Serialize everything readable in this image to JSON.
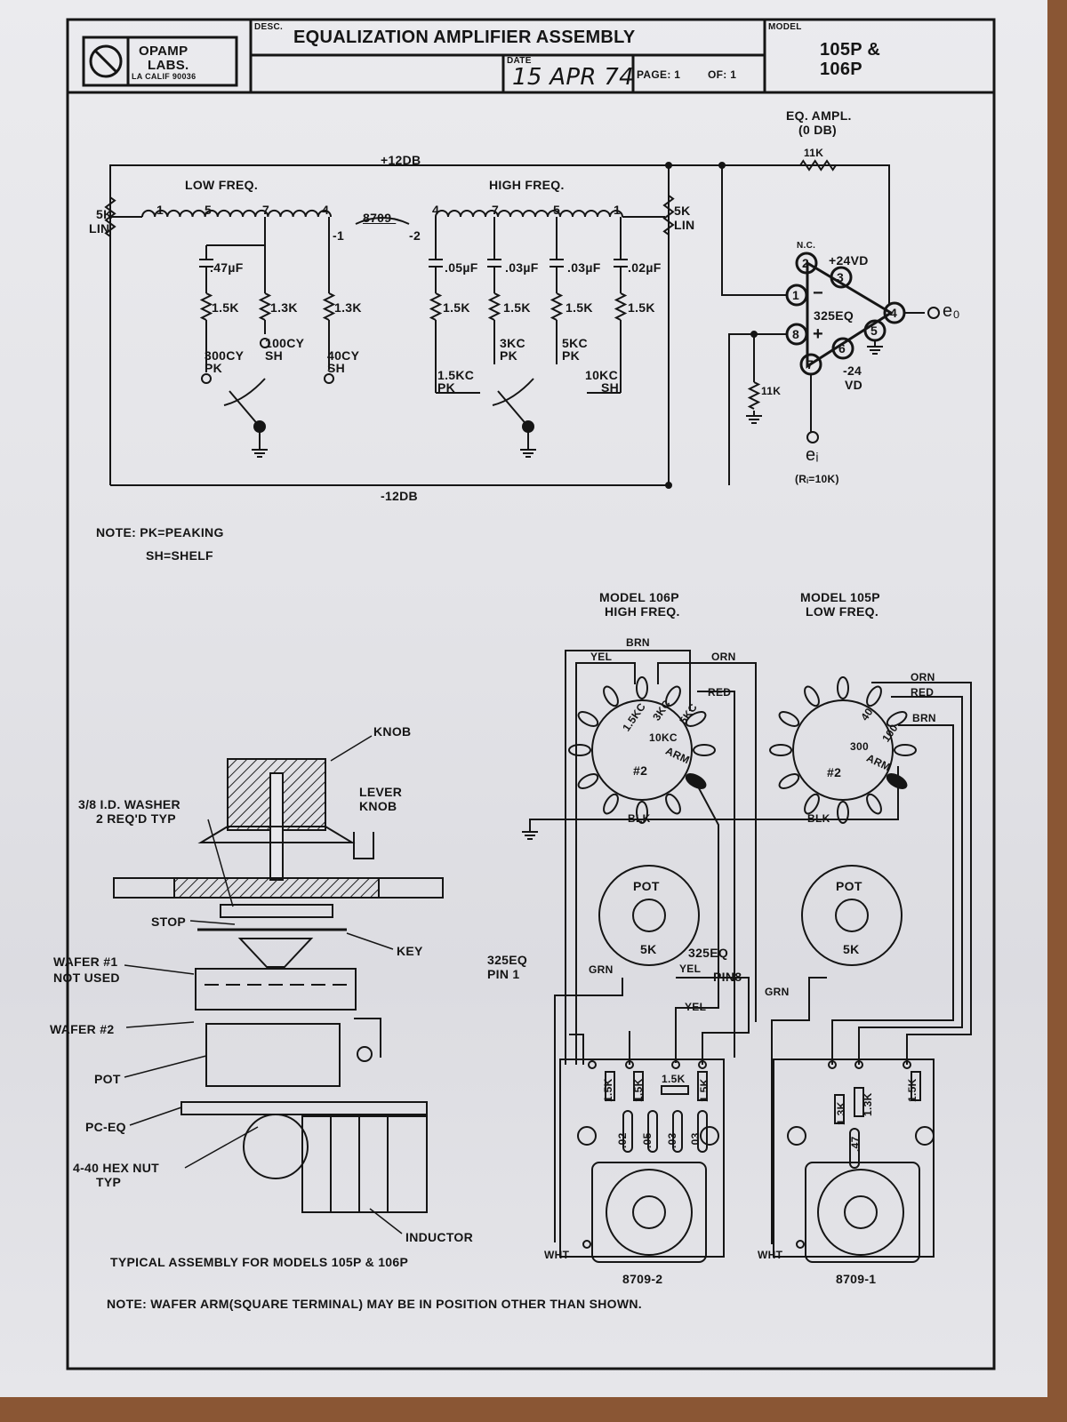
{
  "title_block": {
    "company_line1": "OPAMP",
    "company_line2": "LABS.",
    "company_address": "LA CALIF 90036",
    "desc_label": "DESC.",
    "description": "EQUALIZATION AMPLIFIER ASSEMBLY",
    "date_label": "DATE",
    "date": "15 APR 74",
    "page_label": "PAGE: 1",
    "of_label": "OF: 1",
    "model_label": "MODEL",
    "model_line1": "105P &",
    "model_line2": "106P"
  },
  "schematic": {
    "plus_rail": "+12DB",
    "minus_rail": "-12DB",
    "low_freq": "LOW FREQ.",
    "high_freq": "HIGH FREQ.",
    "pot_left": "5K",
    "pot_left_type": "LIN",
    "pot_right": "5K",
    "pot_right_type": "LIN",
    "lf_taps": [
      "1",
      "5",
      "7",
      "4"
    ],
    "hf_taps": [
      "4",
      "7",
      "5",
      "1"
    ],
    "inductor_part": "8709-",
    "inductor_1": "-1",
    "inductor_2": "-2",
    "caps": [
      ".47µF",
      ".05µF",
      ".03µF",
      ".03µF",
      ".02µF"
    ],
    "lf_resistors": [
      "1.5K",
      "1.3K",
      "1.3K"
    ],
    "hf_resistors": [
      "1.5K",
      "1.5K",
      "1.5K",
      "1.5K"
    ],
    "lf_positions": [
      [
        "300CY",
        "PK"
      ],
      [
        "100CY",
        "SH"
      ],
      [
        "40CY",
        "SH"
      ]
    ],
    "hf_positions": [
      [
        "1.5KC",
        "PK"
      ],
      [
        "3KC",
        "PK"
      ],
      [
        "5KC",
        "PK"
      ],
      [
        "10KC",
        "SH"
      ]
    ],
    "amp_title": "EQ. AMPL.",
    "amp_gain": "(0 DB)",
    "feedback_resistor": "11K",
    "input_resistor": "11K",
    "nc": "N.C.",
    "pos_supply": "+24VD",
    "neg_supply_1": "-24",
    "neg_supply_2": "VD",
    "opamp": "325EQ",
    "minus": "−",
    "plus": "+",
    "pins": [
      "2",
      "3",
      "1",
      "8",
      "7",
      "6",
      "5",
      "4"
    ],
    "output": "e₀",
    "input": "eᵢ",
    "input_note": "(Rᵢ=10K)",
    "note_1": "NOTE: PK=PEAKING",
    "note_2": "SH=SHELF"
  },
  "wiring": {
    "hf_title_1": "MODEL 106P",
    "hf_title_2": "HIGH FREQ.",
    "lf_title_1": "MODEL 105P",
    "lf_title_2": "LOW FREQ.",
    "hf_wires": [
      "BRN",
      "YEL",
      "ORN",
      "RED",
      "BLK"
    ],
    "lf_wires": [
      "ORN",
      "RED",
      "BRN",
      "BLK"
    ],
    "hf_switch_labels": [
      "1.5KC",
      "3KC",
      "5KC",
      "10KC",
      "ARM",
      "#2"
    ],
    "lf_switch_labels": [
      "40",
      "100",
      "300",
      "ARM",
      "#2"
    ],
    "pot_label": "POT",
    "pot_value": "5K",
    "pin1_1": "325EQ",
    "pin1_2": "PIN 1",
    "grn": "GRN",
    "pin8_1": "325EQ",
    "pin8_yel": "YEL",
    "pin8_2": "PIN8",
    "grn_2": "GRN",
    "yel_2": "YEL",
    "hf_board_resistors": [
      "1.5K",
      "1.5K",
      "1.5K",
      "1.5K"
    ],
    "hf_board_caps": [
      ".02",
      ".05",
      ".03",
      ".03"
    ],
    "lf_board_resistors": [
      "1.3K",
      "1.3K",
      "1.5K"
    ],
    "lf_board_cap": ".47",
    "wht": "WHT",
    "hf_inductor": "8709-2",
    "lf_inductor": "8709-1"
  },
  "assembly": {
    "knob": "KNOB",
    "lever_1": "LEVER",
    "lever_2": "KNOB",
    "washer_1": "3/8 I.D. WASHER",
    "washer_2": "2 REQ'D TYP",
    "stop": "STOP",
    "key": "KEY",
    "wafer1_1": "WAFER #1",
    "wafer1_2": "NOT USED",
    "wafer2": "WAFER #2",
    "pot": "POT",
    "pc_eq": "PC-EQ",
    "hex_1": "4-40 HEX NUT",
    "hex_2": "TYP",
    "inductor": "INDUCTOR",
    "caption": "TYPICAL ASSEMBLY FOR MODELS 105P & 106P",
    "note": "NOTE: WAFER ARM(SQUARE TERMINAL) MAY BE IN POSITION OTHER THAN SHOWN."
  }
}
